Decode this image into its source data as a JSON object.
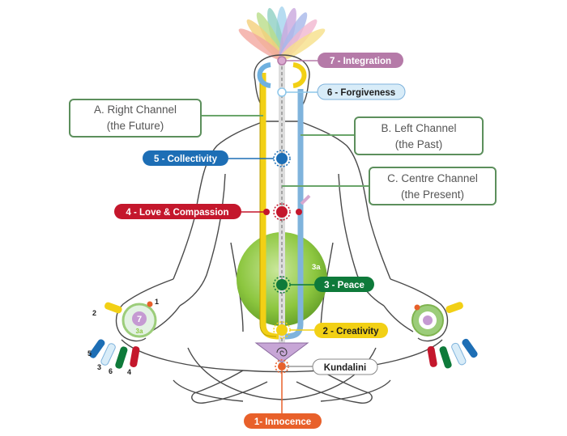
{
  "diagram": {
    "chakras": [
      {
        "id": "integration",
        "label": "7 - Integration",
        "color": "#b57aa8",
        "text_color": "#ffffff"
      },
      {
        "id": "forgiveness",
        "label": "6 - Forgiveness",
        "color": "#d8ecf8",
        "text_color": "#1d1d1d"
      },
      {
        "id": "collectivity",
        "label": "5 - Collectivity",
        "color": "#1d6eb5",
        "text_color": "#ffffff"
      },
      {
        "id": "love",
        "label": "4 - Love & Compassion",
        "color": "#c4172c",
        "text_color": "#ffffff"
      },
      {
        "id": "peace",
        "label": "3 - Peace",
        "color": "#0e7a3a",
        "text_color": "#ffffff"
      },
      {
        "id": "creativity",
        "label": "2 - Creativity",
        "color": "#f2d015",
        "text_color": "#1d1d1d"
      },
      {
        "id": "kundalini",
        "label": "Kundalini",
        "color": "#ffffff",
        "text_color": "#1d1d1d"
      },
      {
        "id": "innocence",
        "label": "1- Innocence",
        "color": "#e8602a",
        "text_color": "#ffffff"
      }
    ],
    "channels": {
      "right": {
        "line1": "A. Right Channel",
        "line2": "(the Future)"
      },
      "left": {
        "line1": "B. Left Channel",
        "line2": "(the  Past)"
      },
      "centre": {
        "line1": "C. Centre Channel",
        "line2": "(the  Present)"
      }
    },
    "void_label": "3a",
    "left_hand": {
      "center": "7",
      "sub": "3a",
      "fingers": [
        "1",
        "2",
        "5",
        "3",
        "6",
        "4"
      ]
    },
    "colors": {
      "outline": "#4a4a4a",
      "channel_yellow": "#f2d015",
      "channel_blue": "#7fb3dc",
      "box_border": "#5c8f5c",
      "leader": "#6aa56a",
      "void_green": "#8cc63f"
    }
  }
}
